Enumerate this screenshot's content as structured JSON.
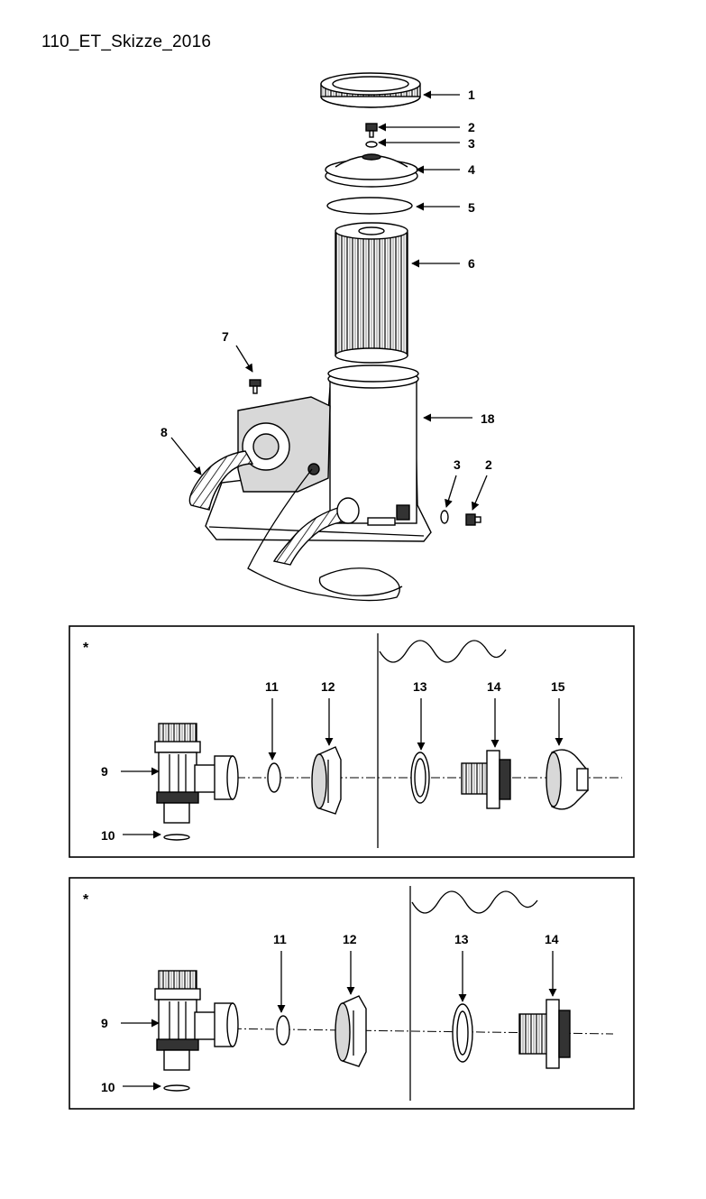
{
  "title": "110_ET_Skizze_2016",
  "main_labels": [
    "1",
    "2",
    "3",
    "4",
    "5",
    "6",
    "7",
    "8",
    "18",
    "3",
    "2"
  ],
  "box1": {
    "star": "*",
    "labels": [
      "9",
      "10",
      "11",
      "12",
      "13",
      "14",
      "15"
    ]
  },
  "box2": {
    "star": "*",
    "labels": [
      "9",
      "10",
      "11",
      "12",
      "13",
      "14"
    ]
  },
  "colors": {
    "line": "#000000",
    "background": "#ffffff",
    "shade": "#d8d8d8"
  }
}
